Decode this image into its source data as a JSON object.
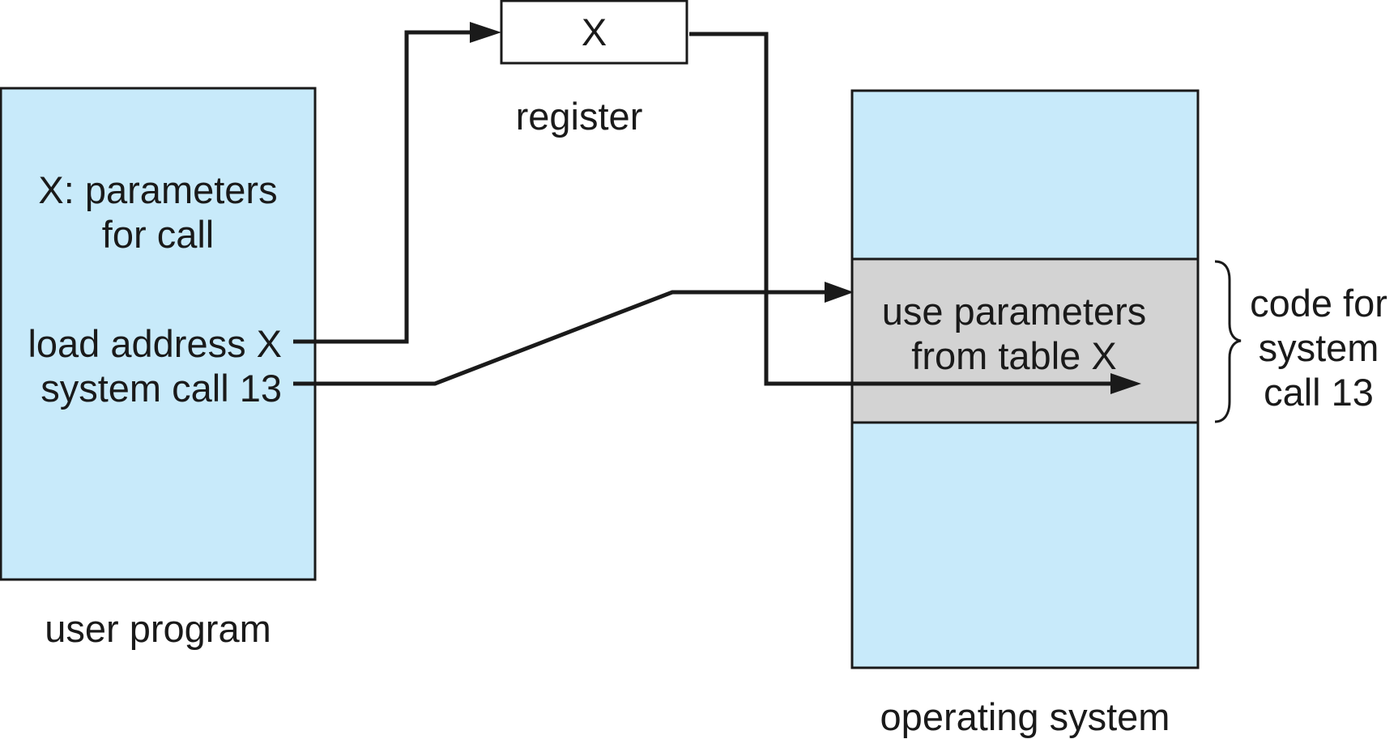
{
  "colors": {
    "memory_fill": "#c8eafa",
    "code_fill": "#d3d3d3",
    "stroke": "#1a1a1a",
    "text": "#1a1a1a"
  },
  "register": {
    "value": "X",
    "caption": "register"
  },
  "user_program": {
    "caption": "user program",
    "param_line1": "X: parameters",
    "param_line2": "for call",
    "instr_load": "load address X",
    "instr_call": "system call 13"
  },
  "operating_system": {
    "caption": "operating system",
    "code_line1": "use parameters",
    "code_line2": "from table X",
    "brace_line1": "code for",
    "brace_line2": "system",
    "brace_line3": "call 13"
  }
}
